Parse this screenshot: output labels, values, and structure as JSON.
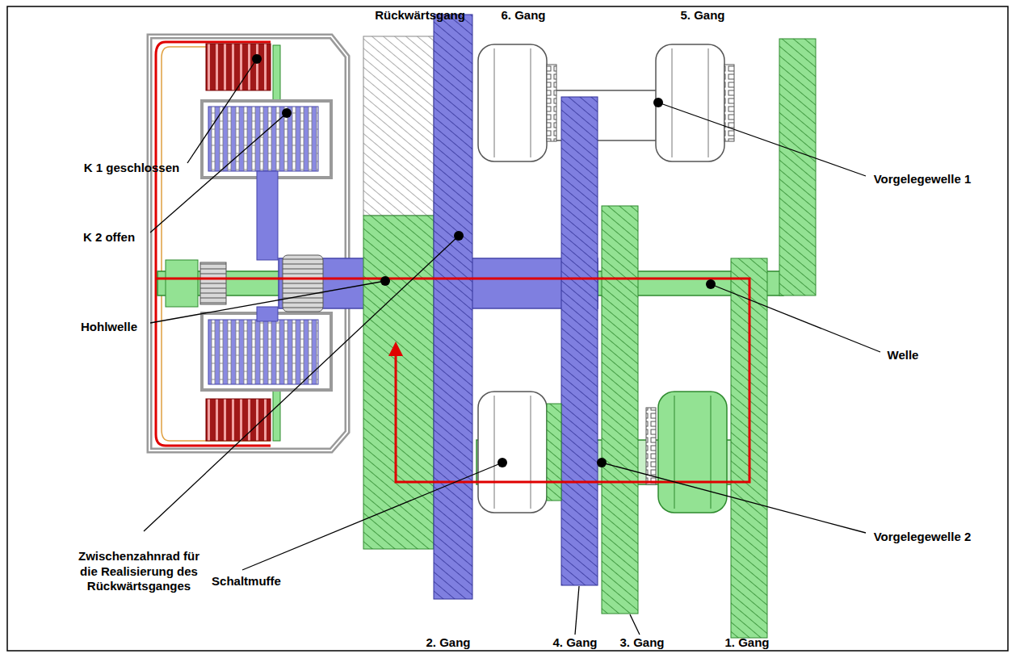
{
  "diagram": {
    "labels": [
      "Rückwärtsgang",
      "6. Gang",
      "5. Gang",
      "K 1 geschlossen",
      "K 2 offen",
      "Vorgelegewelle 1",
      "Hohlwelle",
      "Welle",
      "Zwischenzahnrad für die Realisierung des Rückwärtsganges",
      "Schaltmuffe",
      "Vorgelegewelle 2",
      "2. Gang",
      "4. Gang",
      "3. Gang",
      "1. Gang"
    ]
  }
}
